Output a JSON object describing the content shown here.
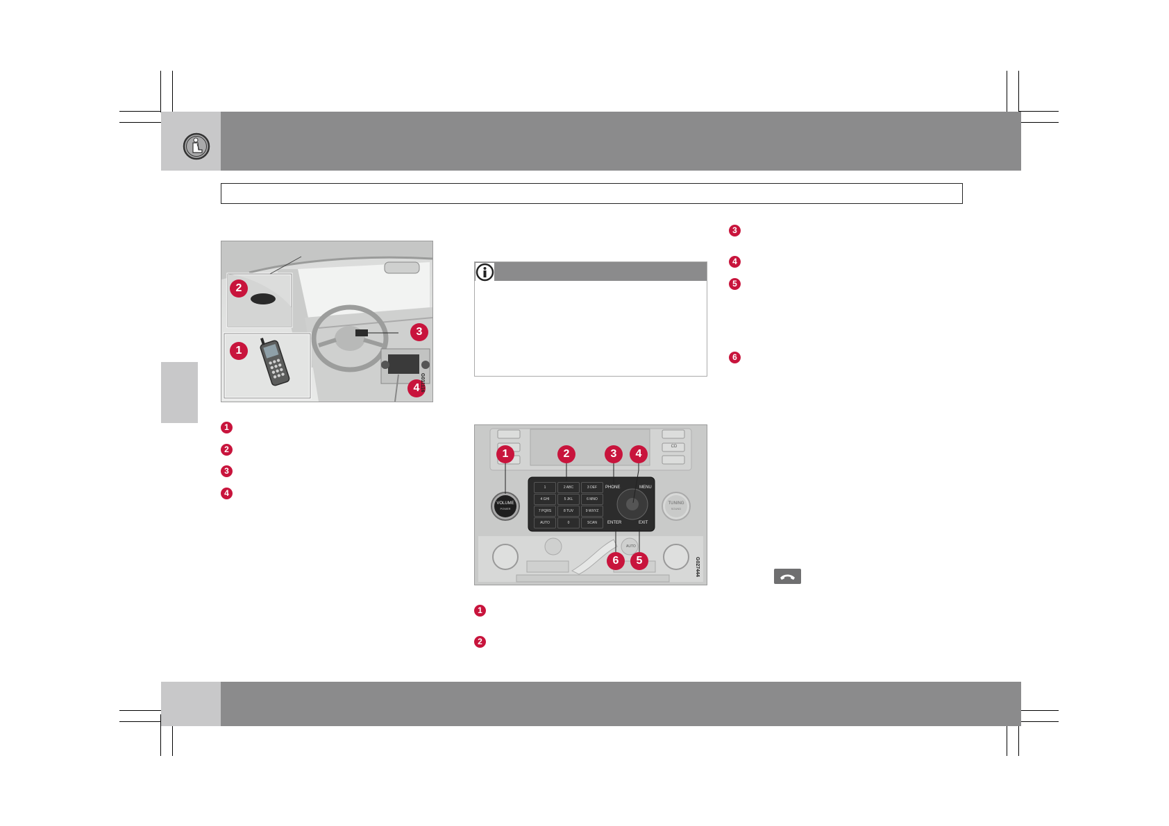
{
  "figure1": {
    "code": "G011116",
    "callouts": [
      "1",
      "2",
      "3",
      "4"
    ]
  },
  "figure2": {
    "code": "G027444",
    "callouts": [
      "1",
      "2",
      "3",
      "4",
      "5",
      "6"
    ],
    "buttons": {
      "volume": "VOLUME",
      "power": "POWER",
      "phone": "PHONE",
      "menu": "MENU",
      "tuning": "TUNING",
      "sound": "SOUND",
      "enter": "ENTER",
      "exit": "EXIT",
      "auto": "AUTO",
      "scan": "SCAN",
      "cd": "CD"
    },
    "keys": [
      "1",
      "2 ABC",
      "3 DEF",
      "4 GHI",
      "5 JKL",
      "6 MNO",
      "7 PQRS",
      "8 TUV",
      "9 WXYZ",
      "AUTO",
      "0",
      "SCAN"
    ]
  },
  "left_list": [
    "1",
    "2",
    "3",
    "4"
  ],
  "mid_list": [
    "1",
    "2"
  ],
  "right_list": [
    "3",
    "4",
    "5",
    "6"
  ],
  "colors": {
    "accent": "#c8143c",
    "bar": "#8b8b8c",
    "tab": "#c8c8c9"
  },
  "icons": {
    "header": "seat-icon",
    "info": "info-icon",
    "end_call": "end-call-icon"
  }
}
